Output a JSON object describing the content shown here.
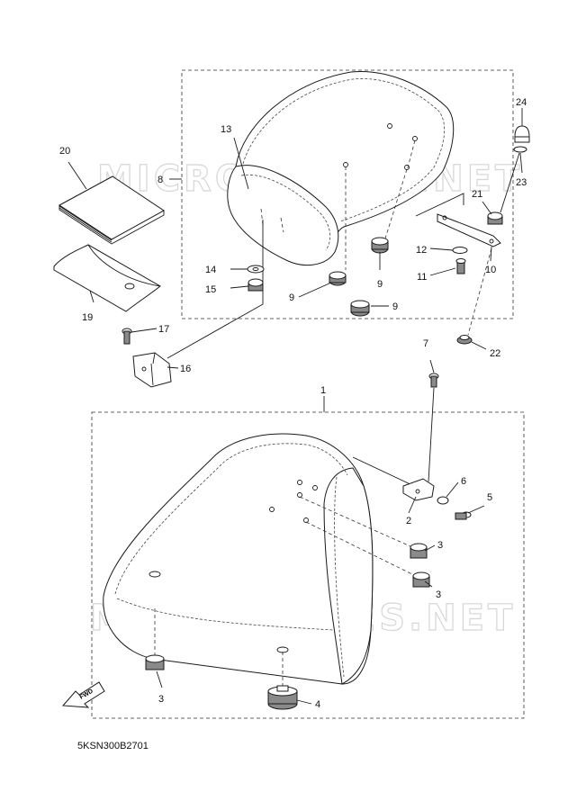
{
  "diagram": {
    "drawing_code": "5KSN300B2701",
    "watermark": "MICROFICHES.NET",
    "fwd_label": "FWD",
    "callouts": {
      "c1": "1",
      "c2": "2",
      "c3a": "3",
      "c3b": "3",
      "c3c": "3",
      "c4": "4",
      "c5": "5",
      "c6": "6",
      "c7": "7",
      "c8": "8",
      "c9a": "9",
      "c9b": "9",
      "c9c": "9",
      "c10": "10",
      "c11": "11",
      "c12": "12",
      "c13": "13",
      "c14": "14",
      "c15": "15",
      "c16": "16",
      "c17": "17",
      "c19": "19",
      "c20": "20",
      "c21": "21",
      "c22": "22",
      "c23": "23",
      "c24": "24"
    }
  }
}
